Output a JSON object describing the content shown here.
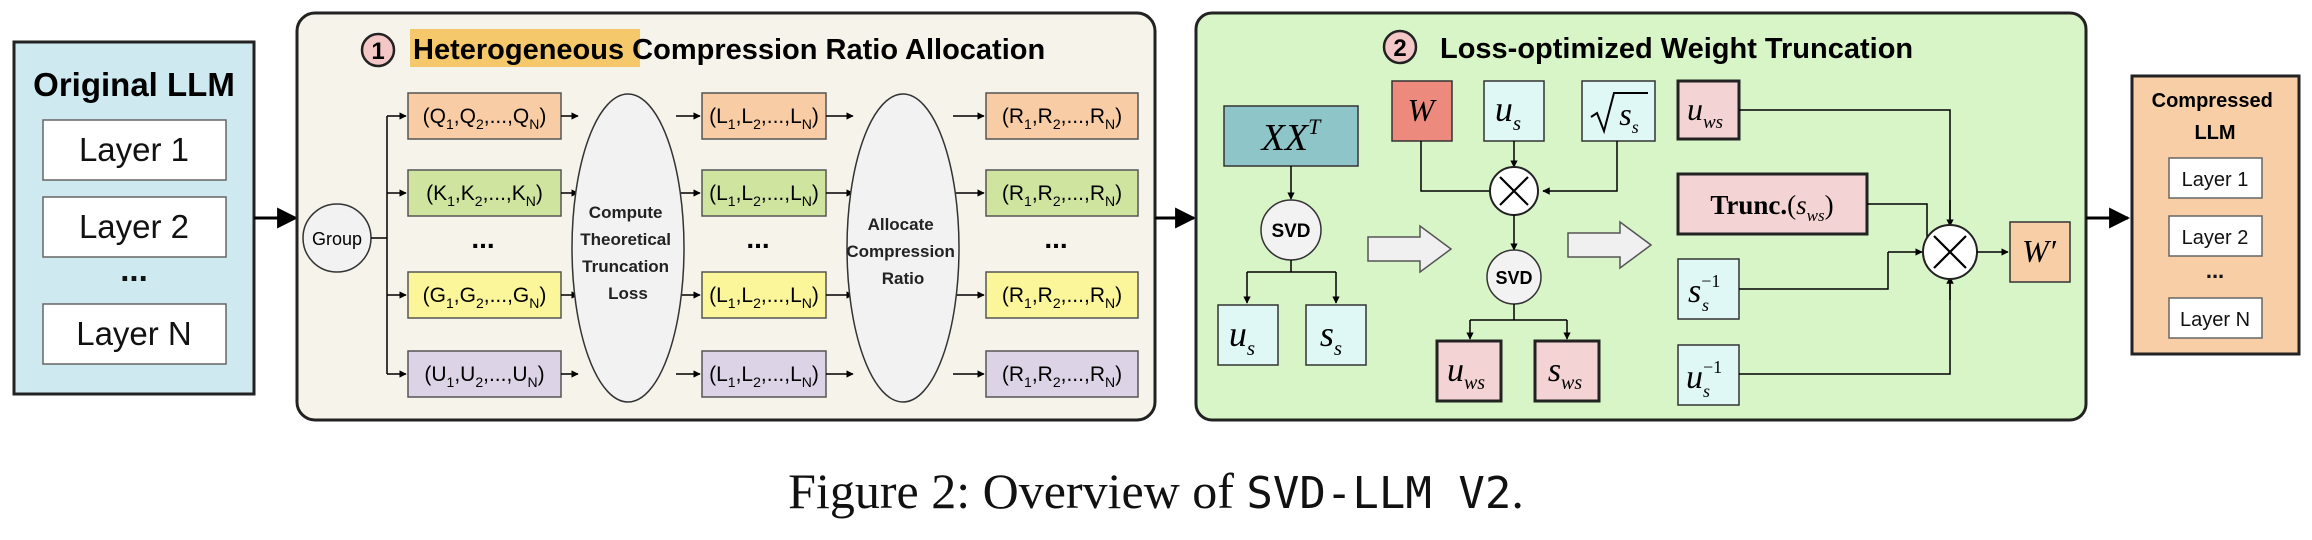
{
  "original": {
    "title": "Original LLM",
    "layers": [
      "Layer 1",
      "Layer 2",
      "...",
      "Layer N"
    ]
  },
  "stage1": {
    "number": "1",
    "title_highlight": "Heterogeneous",
    "title_rest": " Compression Ratio Allocation",
    "group_label": "Group",
    "ellipse1_lines": [
      "Compute",
      "Theoretical",
      "Truncation",
      "Loss"
    ],
    "ellipse2_lines": [
      "Allocate",
      "Compression",
      "Ratio"
    ],
    "ellipsis": "...",
    "rows": [
      {
        "g": [
          "Q",
          "Q",
          "Q"
        ],
        "l": [
          "L",
          "L",
          "L"
        ],
        "r": [
          "R",
          "R",
          "R"
        ],
        "fill": "#f8cda5"
      },
      {
        "g": [
          "K",
          "K",
          "K"
        ],
        "l": [
          "L",
          "L",
          "L"
        ],
        "r": [
          "R",
          "R",
          "R"
        ],
        "fill": "#cfe59f"
      },
      {
        "g": [
          "G",
          "G",
          "G"
        ],
        "l": [
          "L",
          "L",
          "L"
        ],
        "r": [
          "R",
          "R",
          "R"
        ],
        "fill": "#fbf69a"
      },
      {
        "g": [
          "U",
          "U",
          "U"
        ],
        "l": [
          "L",
          "L",
          "L"
        ],
        "r": [
          "R",
          "R",
          "R"
        ],
        "fill": "#ddd3e6"
      }
    ],
    "subscripts": [
      "1",
      "2",
      "N"
    ]
  },
  "stage2": {
    "number": "2",
    "title": "Loss-optimized Weight Truncation",
    "xxt_base": "XX",
    "xxt_sup": "T",
    "svd_label": "SVD",
    "w_label": "W",
    "u_label": "u",
    "s_label": "s",
    "sub_s": "s",
    "sub_ws": "ws",
    "trunc_label": "Trunc.",
    "inv_sup": "−1",
    "wprime_label": "W′",
    "times_symbol": "×"
  },
  "compressed": {
    "title_lines": [
      "Compressed",
      "LLM"
    ],
    "layers": [
      "Layer 1",
      "Layer 2",
      "...",
      "Layer N"
    ]
  },
  "caption": {
    "prefix": "Figure 2: Overview of ",
    "code": "SVD-LLM V2",
    "suffix": "."
  },
  "colors": {
    "original_bg": "#cfe9f1",
    "stage1_bg": "#f6f3ea",
    "stage2_bg": "#d8f5c8",
    "compressed_bg": "#f8cea6",
    "highlight": "#f5c96b",
    "badge": "#f4c7c7",
    "xxt": "#8ec5c8",
    "cyan": "#dff8f6",
    "pink": "#f3d3d3",
    "w_red": "#ec8a7e"
  }
}
